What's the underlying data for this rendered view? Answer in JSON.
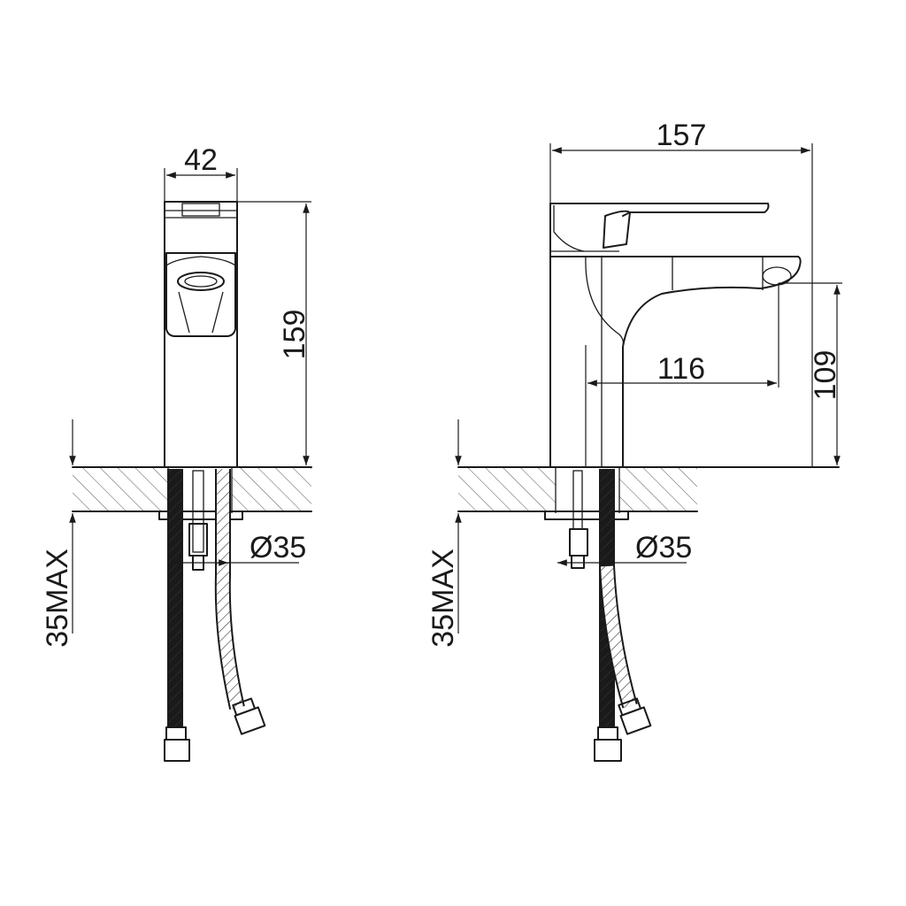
{
  "front_view": {
    "width_dim": "42",
    "height_dim": "159",
    "hole_dim": "Ø35",
    "counter_dim": "35MAX"
  },
  "side_view": {
    "length_dim": "157",
    "reach_dim": "116",
    "spout_height_dim": "109",
    "hole_dim": "Ø35",
    "counter_dim": "35MAX"
  }
}
